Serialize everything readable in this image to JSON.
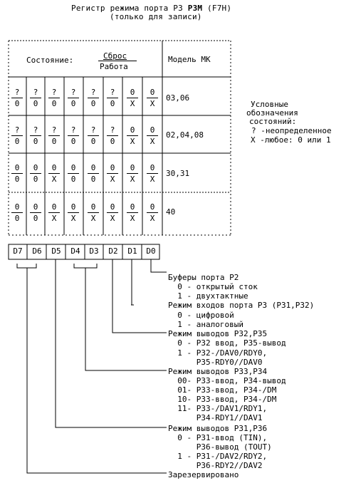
{
  "title": {
    "line1_prefix": "Регистр режима порта Р3",
    "line1_bold": "Р3М",
    "line1_suffix": "(F7H)",
    "line2": "(только для записи)"
  },
  "table": {
    "header_state": "Состояние:",
    "header_reset": "Сброс",
    "header_work": "Работа",
    "header_model": "Модель МК",
    "rows": [
      {
        "bits": [
          [
            "?",
            "0"
          ],
          [
            "?",
            "0"
          ],
          [
            "?",
            "0"
          ],
          [
            "?",
            "0"
          ],
          [
            "?",
            "0"
          ],
          [
            "?",
            "0"
          ],
          [
            "0",
            "X"
          ],
          [
            "0",
            "X"
          ]
        ],
        "model": "03,06"
      },
      {
        "bits": [
          [
            "?",
            "0"
          ],
          [
            "?",
            "0"
          ],
          [
            "?",
            "0"
          ],
          [
            "?",
            "0"
          ],
          [
            "?",
            "0"
          ],
          [
            "?",
            "0"
          ],
          [
            "0",
            "X"
          ],
          [
            "0",
            "X"
          ]
        ],
        "model": "02,04,08"
      },
      {
        "bits": [
          [
            "0",
            "0"
          ],
          [
            "0",
            "0"
          ],
          [
            "0",
            "X"
          ],
          [
            "0",
            "0"
          ],
          [
            "0",
            "0"
          ],
          [
            "0",
            "X"
          ],
          [
            "0",
            "X"
          ],
          [
            "0",
            "X"
          ]
        ],
        "model": "30,31"
      },
      {
        "bits": [
          [
            "0",
            "0"
          ],
          [
            "0",
            "0"
          ],
          [
            "0",
            "X"
          ],
          [
            "0",
            "X"
          ],
          [
            "0",
            "X"
          ],
          [
            "0",
            "X"
          ],
          [
            "0",
            "X"
          ],
          [
            "0",
            "X"
          ]
        ],
        "model": "40"
      }
    ]
  },
  "legend": {
    "lines": [
      "Условные",
      "обозначения",
      "состояний:",
      "? -неопределенное",
      "Х -любое: 0 или 1"
    ]
  },
  "bits": [
    "D7",
    "D6",
    "D5",
    "D4",
    "D3",
    "D2",
    "D1",
    "D0"
  ],
  "descriptions": [
    "Буферы порта Р2",
    "  0 - открытый сток",
    "  1 - двухтактные",
    "Режим входов порта Р3 (Р31,Р32)",
    "  0 - цифровой",
    "  1 - аналоговый",
    "Режим выводов Р32,Р35",
    "  0 - Р32 ввод, Р35-вывод",
    "  1 - Р32-/DAV0/RDY0,",
    "      Р35-RDY0//DAV0",
    "Режим выводов Р33,Р34",
    "  00- Р33-ввод, Р34-вывод",
    "  01- Р33-ввод, Р34-/DM",
    "  10- Р33-ввод, Р34-/DM",
    "  11- Р33-/DAV1/RDY1,",
    "      Р34-RDY1//DAV1",
    "Режим выводов Р31,Р36",
    "  0 - Р31-ввод (TIN),",
    "      Р36-вывод (TOUT)",
    "  1 - Р31-/DAV2/RDY2,",
    "      Р36-RDY2//DAV2",
    "Зарезервировано"
  ]
}
